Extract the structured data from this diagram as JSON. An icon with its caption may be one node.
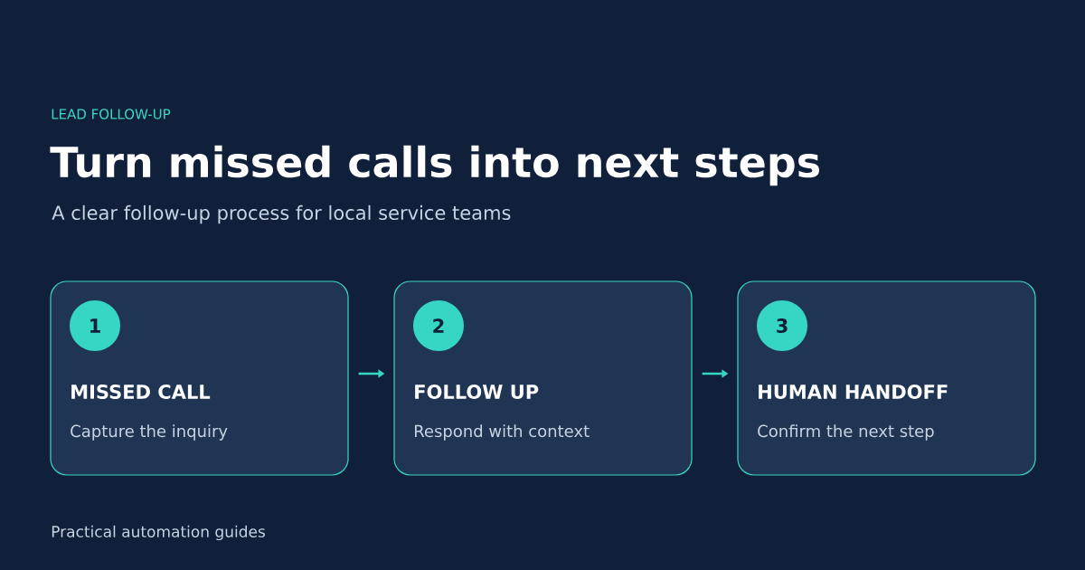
{
  "diagram": {
    "title": "Turn missed calls into next steps",
    "nodes": [
      {
        "text": [
          "MISSED CALL",
          "Capture the inquiry"
        ]
      },
      {
        "text": [
          "1"
        ],
        "in": 0
      },
      {
        "text": [
          "FOLLOW UP",
          "Respond with context"
        ]
      },
      {
        "text": [
          "2"
        ],
        "in": 2
      },
      {
        "text": [
          "HUMAN HANDOFF",
          "Confirm the next step"
        ]
      },
      {
        "text": [
          "3"
        ],
        "in": 4
      }
    ],
    "edges": [
      {
        "from": 0,
        "to": 2,
        "arrow": "to"
      },
      {
        "from": 2,
        "to": 4,
        "arrow": "to"
      }
    ],
    "labels": [
      "LEAD FOLLOW-UP",
      "A clear follow-up process for local service teams",
      "Practical automation guides"
    ]
  }
}
